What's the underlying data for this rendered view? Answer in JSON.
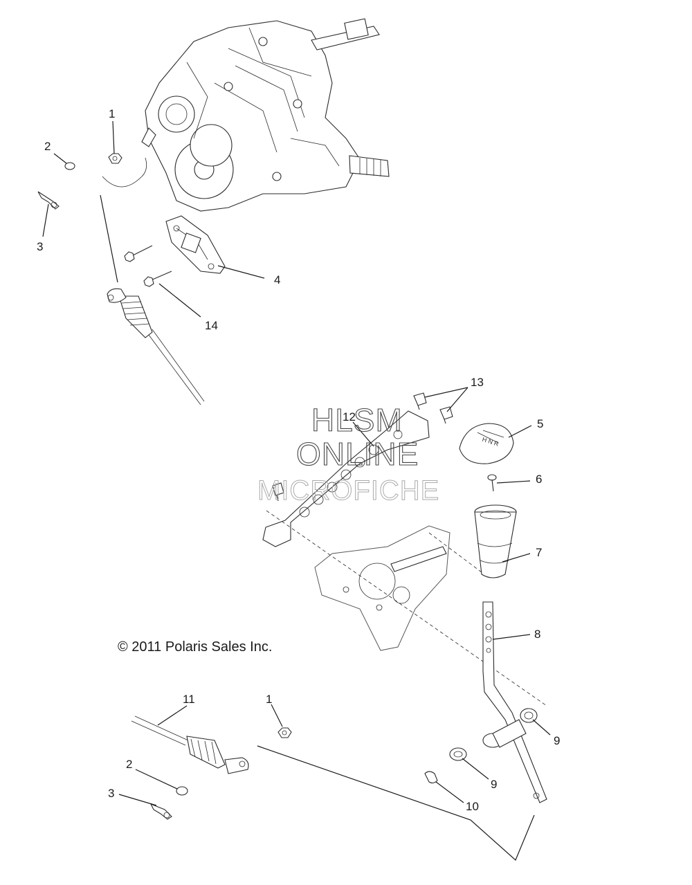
{
  "copyright": "© 2011 Polaris Sales Inc.",
  "watermark": {
    "line1": "HLSM",
    "line2": "ONLINE",
    "line3": "MICROFICHE"
  },
  "callouts": [
    {
      "id": "c1a",
      "text": "1"
    },
    {
      "id": "c2a",
      "text": "2"
    },
    {
      "id": "c3a",
      "text": "3"
    },
    {
      "id": "c4",
      "text": "4"
    },
    {
      "id": "c14",
      "text": "14"
    },
    {
      "id": "c13",
      "text": "13"
    },
    {
      "id": "c12",
      "text": "12"
    },
    {
      "id": "c5",
      "text": "5"
    },
    {
      "id": "c6",
      "text": "6"
    },
    {
      "id": "c7",
      "text": "7"
    },
    {
      "id": "c8",
      "text": "8"
    },
    {
      "id": "c11",
      "text": "11"
    },
    {
      "id": "c1b",
      "text": "1"
    },
    {
      "id": "c9a",
      "text": "9"
    },
    {
      "id": "c2b",
      "text": "2"
    },
    {
      "id": "c9b",
      "text": "9"
    },
    {
      "id": "c3b",
      "text": "3"
    },
    {
      "id": "c10",
      "text": "10"
    }
  ]
}
